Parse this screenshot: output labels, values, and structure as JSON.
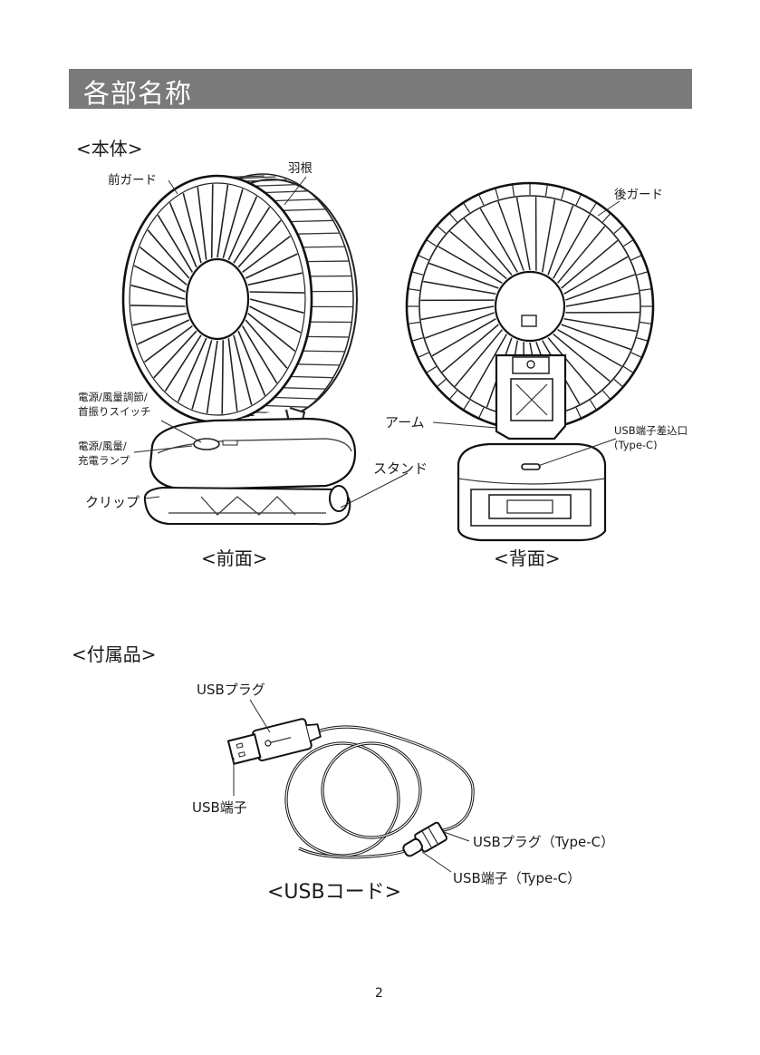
{
  "page_title": "各部名称",
  "sections": {
    "main_unit": "<本体>",
    "accessories": "<付属品>"
  },
  "front_labels": {
    "front_guard": "前ガード",
    "blade": "羽根",
    "switch_line1": "電源/風量調節/",
    "switch_line2": "首振りスイッチ",
    "lamp_line1": "電源/風量/",
    "lamp_line2": "充電ランプ",
    "clip": "クリップ",
    "stand": "スタンド"
  },
  "back_labels": {
    "rear_guard": "後ガード",
    "arm": "アーム",
    "usb_port_line1": "USB端子差込口",
    "usb_port_line2": "(Type-C)"
  },
  "views": {
    "front": "<前面>",
    "back": "<背面>"
  },
  "cord_labels": {
    "usb_plug": "USBプラグ",
    "usb_terminal": "USB端子",
    "usb_plug_typec": "USBプラグ（Type-C）",
    "usb_terminal_typec": "USB端子（Type-C）",
    "cord_title": "<USBコード>"
  },
  "page_number": "2"
}
